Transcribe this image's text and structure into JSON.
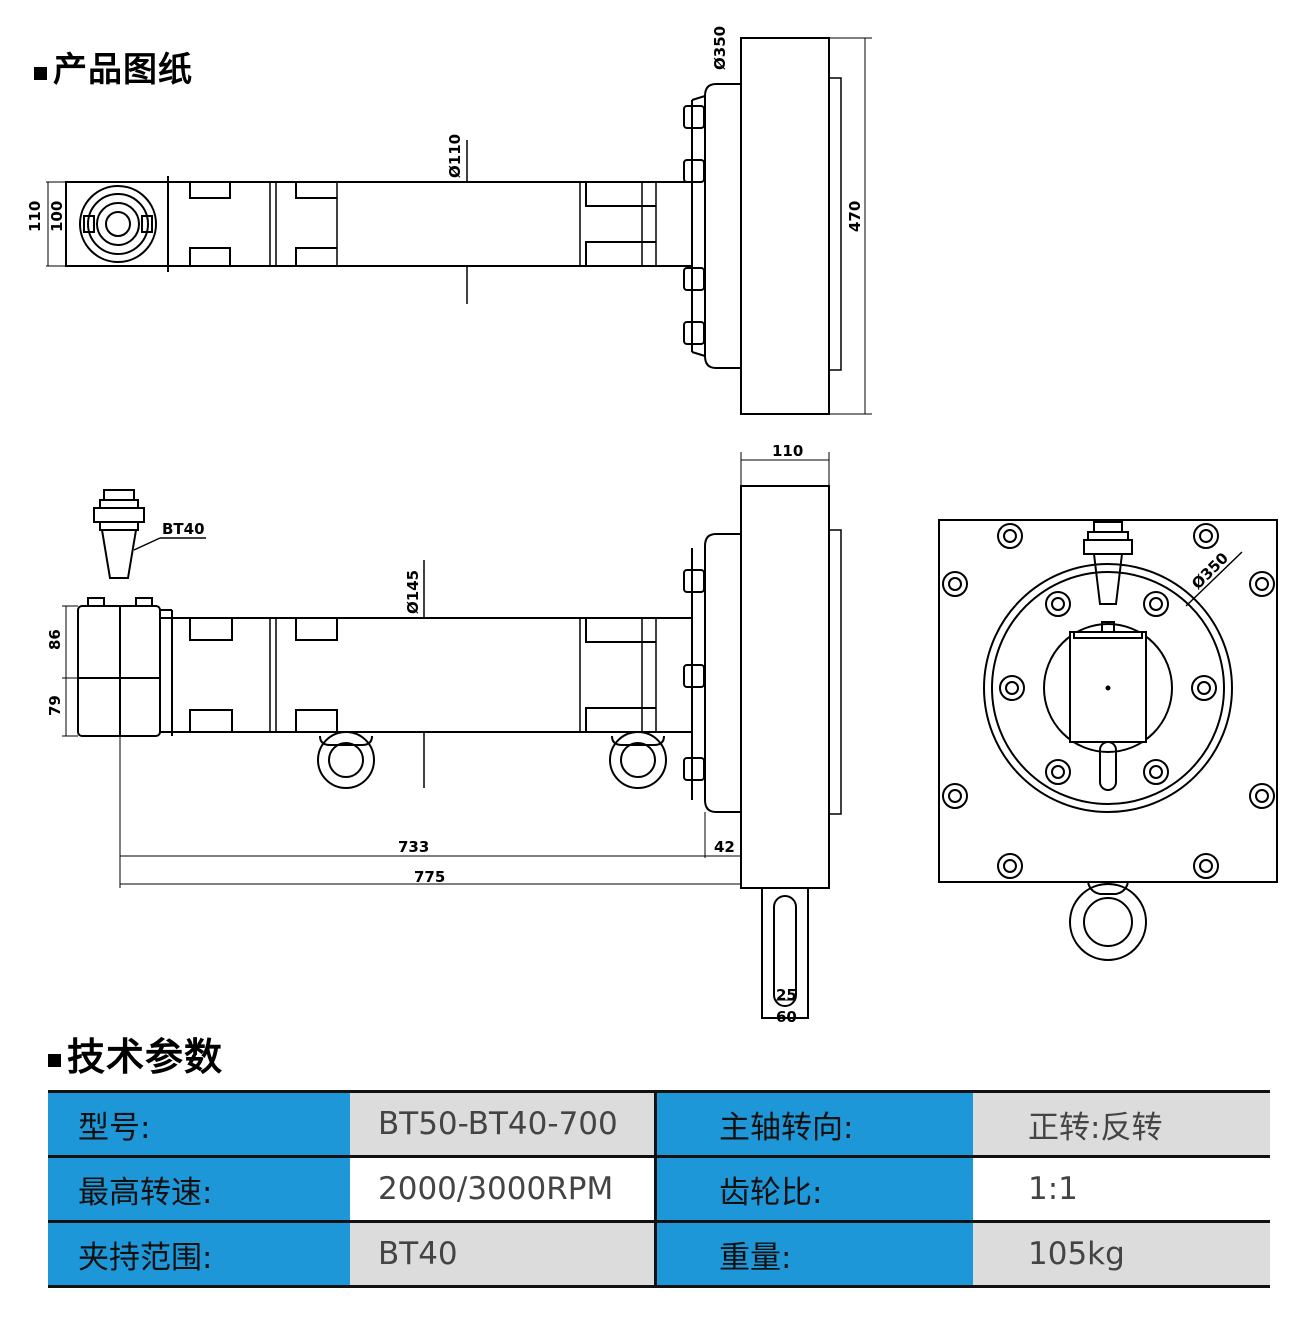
{
  "sections": {
    "drawing_title": "产品图纸",
    "params_title": "技术参数"
  },
  "drawing_labels": {
    "d350_top": "Ø350",
    "d110": "Ø110",
    "h470": "470",
    "w110_top": "110",
    "w100_top": "100",
    "bt40": "BT40",
    "d145": "Ø145",
    "h86": "86",
    "h79": "79",
    "l733": "733",
    "l42": "42",
    "l775": "775",
    "w110_mid": "110",
    "d350_front": "Ø350",
    "s25": "25",
    "s60": "60"
  },
  "specs": [
    {
      "label1": "型号:",
      "value1": "BT50-BT40-700",
      "label2": "主轴转向:",
      "value2": "正转:反转"
    },
    {
      "label1": "最高转速:",
      "value1": "2000/3000RPM",
      "label2": "齿轮比:",
      "value2": "1:1"
    },
    {
      "label1": "夹持范围:",
      "value1": "BT40",
      "label2": "重量:",
      "value2": "105kg"
    }
  ]
}
